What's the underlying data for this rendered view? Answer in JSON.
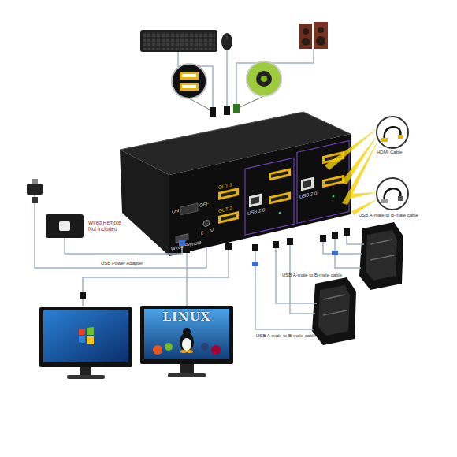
{
  "diagram": {
    "nodes": [
      {
        "text": [
          "ON",
          "OFF",
          "OUT 1",
          "OUT 2",
          "DC5V",
          "Wired Remote",
          "USB 2.0",
          "USB 2.0"
        ]
      },
      {
        "text": [
          "Wired Remote Not Included"
        ]
      },
      {
        "text": [
          "LINUX"
        ]
      }
    ],
    "edges": [
      {
        "from": 1,
        "to": 0,
        "arrow": "none"
      },
      {
        "from": 2,
        "to": 0,
        "arrow": "none"
      }
    ],
    "labels": [
      "HDMI Cable",
      "USB A-male to B-male cable",
      "USB Power Adapter",
      "USB A-male to B-male cable",
      "USB A-male to B-male cable"
    ]
  }
}
